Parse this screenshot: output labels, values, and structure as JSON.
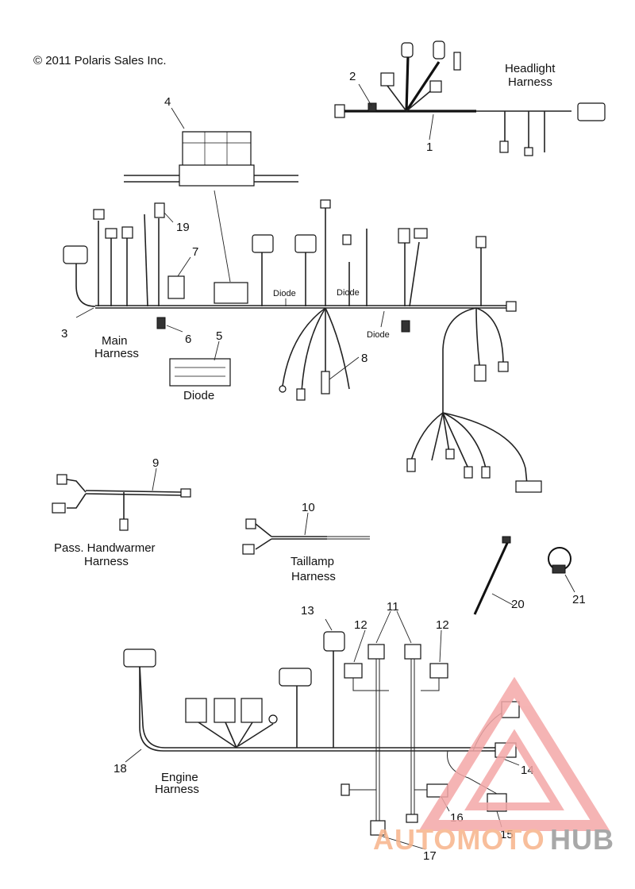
{
  "copyright": "© 2011 Polaris Sales Inc.",
  "labels": {
    "headlight_line1": "Headlight",
    "headlight_line2": "Harness",
    "main_line1": "Main",
    "main_line2": "Harness",
    "diode_caption": "Diode",
    "diode_tag_a": "Diode",
    "diode_tag_b": "Diode",
    "diode_tag_c": "Diode",
    "hand_line1": "Pass. Handwarmer",
    "hand_line2": "Harness",
    "tail_line1": "Taillamp",
    "tail_line2": "Harness",
    "engine_line1": "Engine",
    "engine_line2": "Harness"
  },
  "callouts": {
    "n1": "1",
    "n2": "2",
    "n3": "3",
    "n4": "4",
    "n5": "5",
    "n6": "6",
    "n7": "7",
    "n8": "8",
    "n9": "9",
    "n10": "10",
    "n11": "11",
    "n12a": "12",
    "n12b": "12",
    "n13": "13",
    "n14": "14",
    "n15": "15",
    "n16": "16",
    "n17": "17",
    "n18": "18",
    "n19": "19",
    "n20": "20",
    "n21": "21"
  },
  "watermark": {
    "part1": "AUTOMOTO",
    "part2": "HUB",
    "color_main": "#f4a8a8",
    "color_brand": "#f7b38a",
    "color_gray": "#9a9a9a"
  }
}
